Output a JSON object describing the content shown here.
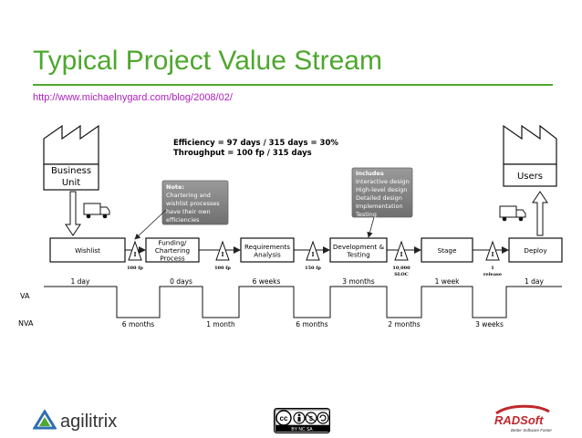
{
  "slide": {
    "title": "Typical Project Value Stream",
    "url": "http://www.michaelnygard.com/blog/2008/02/"
  },
  "metrics": {
    "efficiency": "Efficiency = 97 days /  315 days = 30%",
    "throughput": "Throughput = 100 fp / 315 days"
  },
  "endpoints": {
    "left_line1": "Business",
    "left_line2": "Unit",
    "right": "Users"
  },
  "callouts": {
    "note": [
      "Note:",
      "Chartering and",
      "wishlist processes",
      "have their own",
      "efficiencies"
    ],
    "includes": [
      "Includes",
      "Interactive design",
      "High-level design",
      "Detailed design",
      "Implementation",
      "Testing"
    ]
  },
  "process_boxes": [
    {
      "lines": [
        "Wishlist"
      ]
    },
    {
      "lines": [
        "Funding/",
        "Chartering",
        "Process"
      ]
    },
    {
      "lines": [
        "Requirements",
        "Analysis"
      ]
    },
    {
      "lines": [
        "Development &",
        "Testing"
      ]
    },
    {
      "lines": [
        "Stage"
      ]
    },
    {
      "lines": [
        "Deploy"
      ]
    }
  ],
  "inventories": [
    {
      "lines": [
        "100 fp"
      ]
    },
    {
      "lines": [
        "100 fp"
      ]
    },
    {
      "lines": [
        "150 fp"
      ]
    },
    {
      "lines": [
        "10,000",
        "SLOC"
      ]
    },
    {
      "lines": [
        "1",
        "release"
      ]
    }
  ],
  "timeline": {
    "va_label": "VA",
    "nva_label": "NVA",
    "va_times": [
      "1 day",
      "0 days",
      "6 weeks",
      "3 months",
      "1 week",
      "1 day"
    ],
    "nva_times": [
      "6 months",
      "1 month",
      "6 months",
      "2 months",
      "3 weeks"
    ]
  },
  "footer": {
    "agilitrix": "agilitrix",
    "cc_badge": "BY NC SA",
    "radsoft": "RADSoft",
    "radsoft_tagline": "Better Software Faster"
  },
  "colors": {
    "title_green": "#4ea72e",
    "url_purple": "#ad1fbc",
    "callout_gray": "#8a8a8a",
    "radsoft_red": "#c0282d"
  }
}
